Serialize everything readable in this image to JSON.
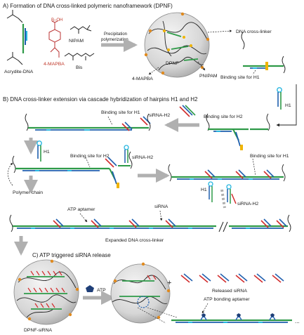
{
  "sections": {
    "a": "A) Formation of DNA cross-linked polymeric nanoframework (DPNF)",
    "b": "B) DNA cross-linker extension via cascade hybridization of hairpins H1 and H2",
    "c": "C) ATP triggered siRNA release"
  },
  "panel_a": {
    "acrydite_dna": "Acrydite-DNA",
    "mapba": "4-MAPBA",
    "nipam": "NIPAM",
    "bis": "Bis",
    "arrow_label_1": "Precipitation",
    "arrow_label_2": "polymerization",
    "dpnf": "DPNF",
    "mapba_right": "4-MAPBA",
    "pnipam": "PNIPAM",
    "dna_crosslinker": "DNA cross-linker",
    "binding_site_h1": "Binding site for H1"
  },
  "panel_b": {
    "h1": "H1",
    "binding_site_h1": "Binding site for H1",
    "sirna_h2": "siRNA-H2",
    "binding_site_h2": "Binding site for H2",
    "polymer_chain": "Polymer chain",
    "atp_aptamer": "ATP aptamer",
    "sirna": "siRNA",
    "expanded": "Expanded DNA cross-linker"
  },
  "panel_c": {
    "atp": "ATP",
    "plus": "+",
    "released_sirna": "Released siRNA",
    "atp_bonding_aptamer": "ATP bonding aptamer",
    "dpnf_sirna": "DPNF-siRNA",
    "dots": "..."
  },
  "colors": {
    "dna_green": "#2e9a48",
    "dna_blue": "#1f5fae",
    "binding_cyan": "#27b6e0",
    "yellow": "#f0b400",
    "sirna_red": "#d22b2b",
    "mapba_red": "#c0392b",
    "arrow_gray": "#b0b0b0",
    "sphere_gray": "#d8d8d8"
  }
}
